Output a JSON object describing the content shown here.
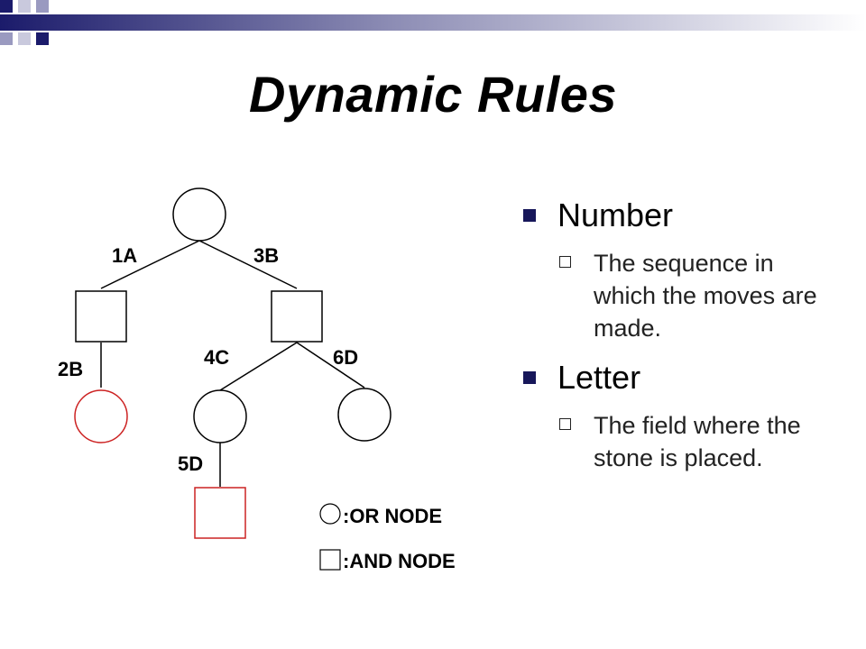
{
  "slide": {
    "title": "Dynamic Rules"
  },
  "tree": {
    "edge_labels": {
      "e1": "1A",
      "e2": "3B",
      "e3": "2B",
      "e4": "4C",
      "e5": "6D",
      "e6": "5D"
    },
    "highlight_color": "#cc2222",
    "line_color": "#000000"
  },
  "legend": {
    "or_node": ":OR NODE",
    "and_node": ":AND NODE"
  },
  "bullets": [
    {
      "label": "Number",
      "sub": "The sequence in which the moves are made."
    },
    {
      "label": "Letter",
      "sub": "The field where the stone is placed."
    }
  ],
  "colors": {
    "bullet_accent": "#17175a",
    "top_bar_dark": "#1b1b6b",
    "top_bar_light": "#c9c9dd"
  }
}
